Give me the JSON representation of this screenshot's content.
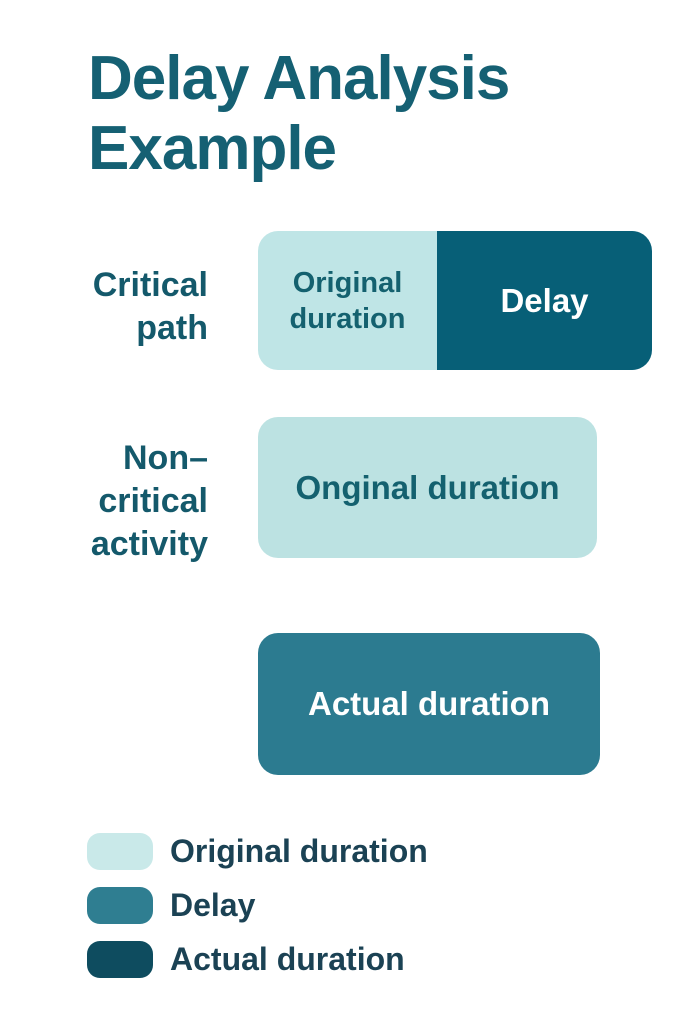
{
  "title": {
    "lines": [
      "Delay Analysis",
      "Example"
    ]
  },
  "diagram": {
    "critical": {
      "label_lines": [
        "Critical",
        "path"
      ],
      "original_segment": {
        "lines": [
          "Original",
          "duration"
        ],
        "color": "#bfe5e6",
        "text_color": "#14616f"
      },
      "delay_segment": {
        "label": "Delay",
        "color": "#075f77",
        "text_color": "#ffffff"
      }
    },
    "noncritical": {
      "label_lines": [
        "Non–",
        "critical",
        "activity"
      ],
      "bar": {
        "label": "Onginal duration",
        "color": "#bce2e2",
        "text_color": "#14616f"
      }
    },
    "actual": {
      "bar": {
        "label": "Actual duration",
        "color": "#2c7b90",
        "text_color": "#ffffff"
      }
    }
  },
  "legend": {
    "items": [
      {
        "label": "Original duration",
        "color": "#c9e9e9"
      },
      {
        "label": "Delay",
        "color": "#2f7e91"
      },
      {
        "label": "Actual duration",
        "color": "#0e4c5f"
      }
    ]
  },
  "colors": {
    "background": "#ffffff",
    "title": "#156073",
    "row_label": "#14596b",
    "legend_text": "#1b4254"
  }
}
